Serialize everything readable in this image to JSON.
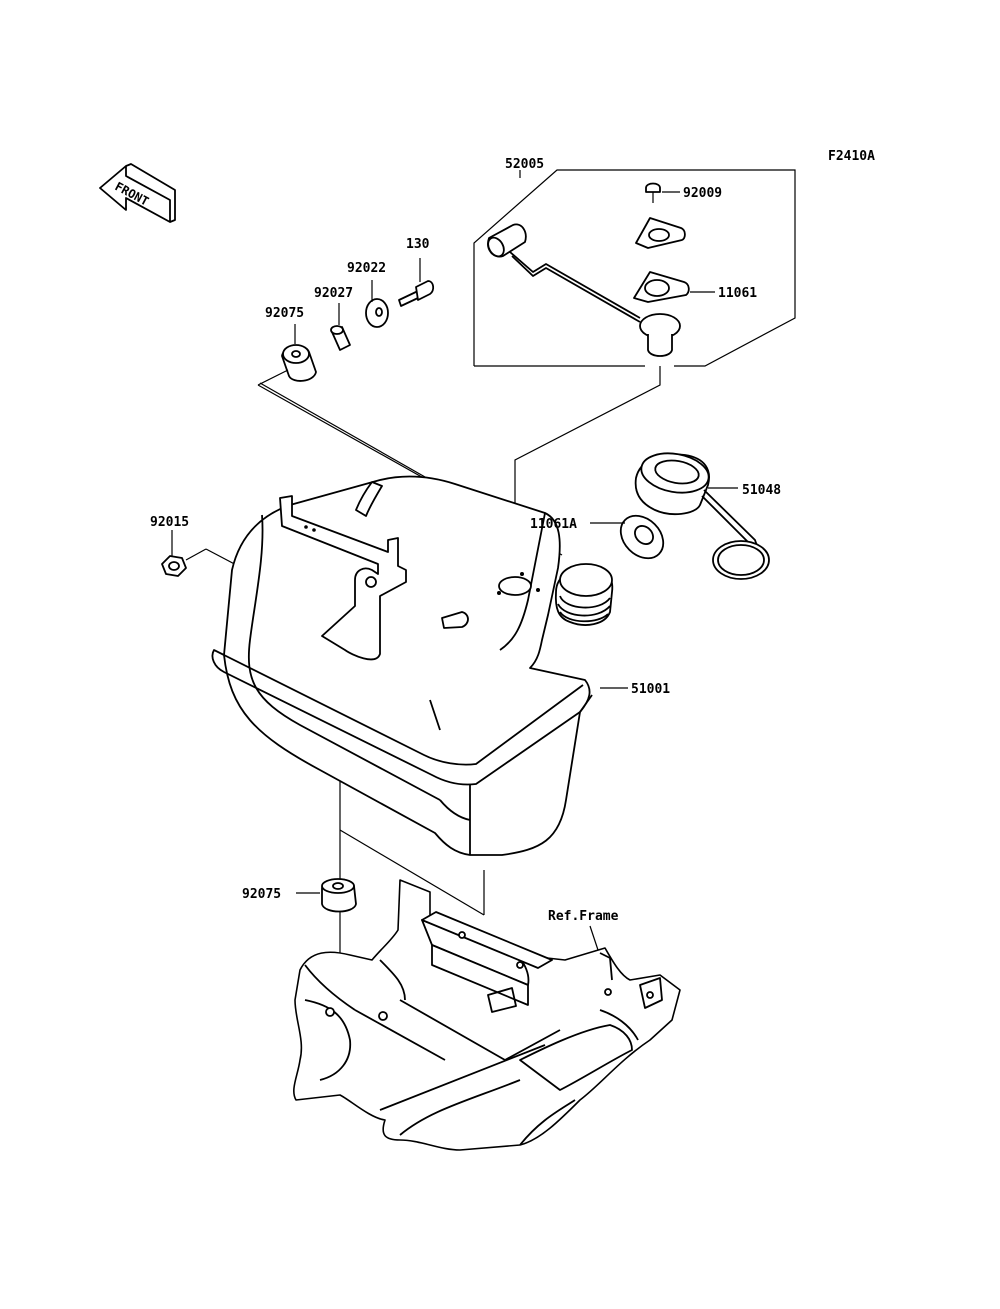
{
  "diagram": {
    "figure_code": "F2410A",
    "front_arrow_text": "FRONT",
    "reference_label": "Ref.Frame",
    "callouts": {
      "p52005": "52005",
      "p92009": "92009",
      "p11061": "11061",
      "p130": "130",
      "p92022": "92022",
      "p92027": "92027",
      "p92075_top": "92075",
      "p51048": "51048",
      "p11061A": "11061A",
      "p92015": "92015",
      "p51001": "51001",
      "p92075_bottom": "92075"
    }
  }
}
